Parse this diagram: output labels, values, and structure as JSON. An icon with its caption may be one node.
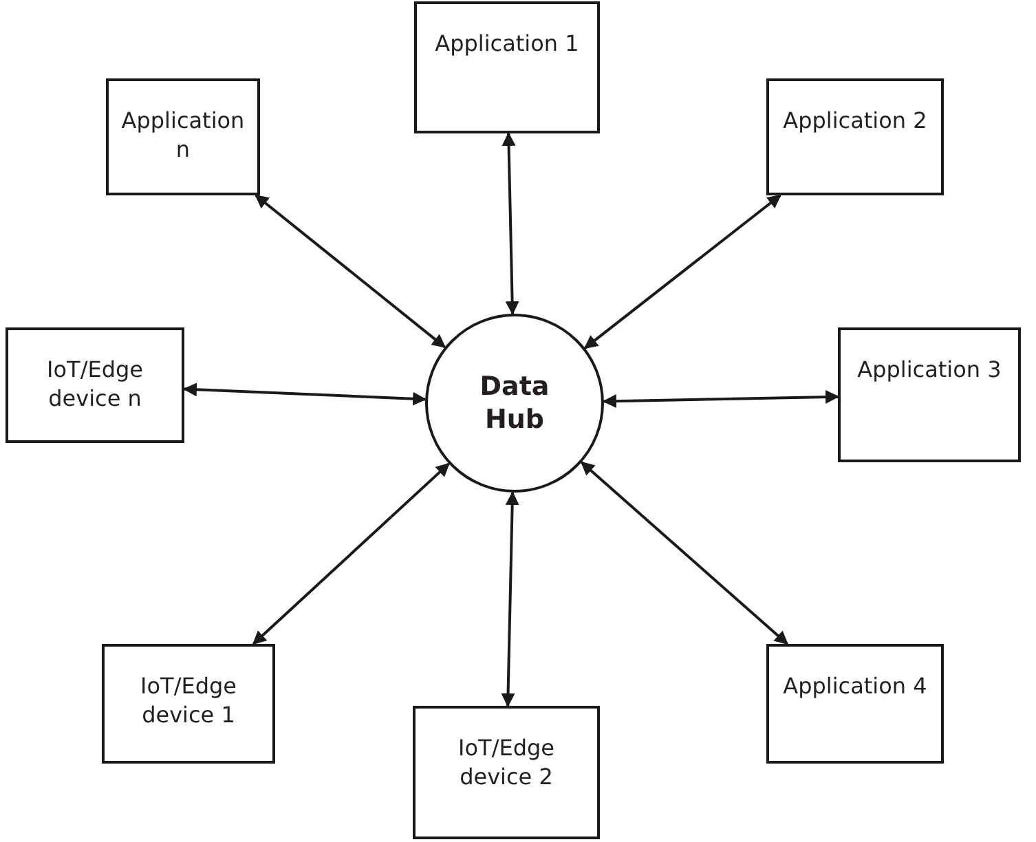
{
  "diagram": {
    "nodes": [
      {
        "text": [
          "Application 1"
        ]
      },
      {
        "text": [
          "Application n"
        ]
      },
      {
        "text": [
          "Application 2"
        ]
      },
      {
        "text": [
          "IoT/Edge device n"
        ]
      },
      {
        "text": [
          "Data Hub"
        ]
      },
      {
        "text": [
          "Application 3"
        ]
      },
      {
        "text": [
          "IoT/Edge device 1"
        ]
      },
      {
        "text": [
          "Application 4"
        ]
      },
      {
        "text": [
          "IoT/Edge device 2"
        ]
      }
    ],
    "edges": [
      {
        "from": 4,
        "to": 0,
        "arrow": "both"
      },
      {
        "from": 4,
        "to": 1,
        "arrow": "both"
      },
      {
        "from": 4,
        "to": 2,
        "arrow": "both"
      },
      {
        "from": 4,
        "to": 3,
        "arrow": "both"
      },
      {
        "from": 4,
        "to": 5,
        "arrow": "both"
      },
      {
        "from": 4,
        "to": 6,
        "arrow": "both"
      },
      {
        "from": 4,
        "to": 7,
        "arrow": "both"
      },
      {
        "from": 4,
        "to": 8,
        "arrow": "both"
      }
    ]
  }
}
